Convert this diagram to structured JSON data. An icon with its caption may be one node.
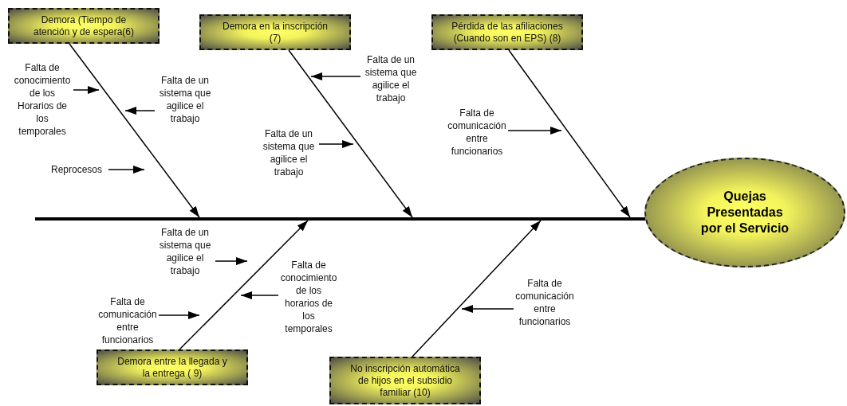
{
  "diagram": {
    "nodes": [
      {
        "text": [
          "Demora (Tiempo de atención y de espera(6)"
        ]
      },
      {
        "text": [
          "Demora en la inscripción (7)"
        ]
      },
      {
        "text": [
          "Pérdida de las afiliaciones (Cuando son en EPS) (8)"
        ]
      },
      {
        "text": [
          "Falta de conocimiento de los Horarios de los temporales"
        ]
      },
      {
        "text": [
          "Falta de un sistema que agilice el trabajo"
        ]
      },
      {
        "text": [
          "Falta de un sistema que agilice el trabajo"
        ]
      },
      {
        "text": [
          "Falta de un sistema que agilice el trabajo"
        ]
      },
      {
        "text": [
          "Reprocesos"
        ]
      },
      {
        "text": [
          "Falta de comunicación entre funcionarios"
        ]
      },
      {
        "text": [
          "Quejas Presentadas por el Servicio"
        ]
      },
      {
        "text": [
          "Falta de un sistema que agilice el trabajo"
        ]
      },
      {
        "text": [
          "Falta de conocimiento de los horarios de los temporales"
        ]
      },
      {
        "text": [
          "Falta de comunicación entre funcionarios"
        ]
      },
      {
        "text": [
          "Falta de comunicación entre funcionarios"
        ]
      },
      {
        "text": [
          "Demora entre la llegada y la entrega ( 9)"
        ]
      },
      {
        "text": [
          "No inscripción automática de hijos en el subsidio familiar (10)"
        ]
      },
      {
        "text": [],
        "shape": "bar"
      }
    ],
    "edges": [
      {
        "from": 0,
        "to": 16,
        "arrow": "to"
      },
      {
        "from": 1,
        "to": 16,
        "arrow": "to"
      },
      {
        "from": 2,
        "to": 16,
        "arrow": "to"
      },
      {
        "from": 14,
        "to": 16,
        "arrow": "to"
      },
      {
        "from": 15,
        "to": 16,
        "arrow": "to"
      },
      {
        "from": 3,
        "to": null,
        "arrow": "to"
      },
      {
        "from": 4,
        "to": null,
        "arrow": "to"
      },
      {
        "from": 7,
        "to": null,
        "arrow": "to"
      },
      {
        "from": 5,
        "to": null,
        "arrow": "to"
      },
      {
        "from": 6,
        "to": null,
        "arrow": "to"
      },
      {
        "from": 8,
        "to": null,
        "arrow": "to"
      },
      {
        "from": 10,
        "to": null,
        "arrow": "to"
      },
      {
        "from": 11,
        "to": null,
        "arrow": "to"
      },
      {
        "from": 12,
        "to": null,
        "arrow": "to"
      },
      {
        "from": 13,
        "to": null,
        "arrow": "to"
      }
    ]
  }
}
